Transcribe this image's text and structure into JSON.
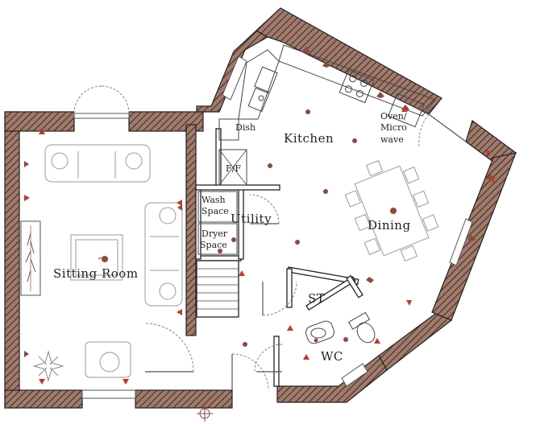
{
  "rooms": {
    "sitting_room": "Sitting Room",
    "kitchen": "Kitchen",
    "dining": "Dining",
    "utility": "Utility",
    "st": "ST",
    "wc": "WC"
  },
  "appliances": {
    "dish": "Dish",
    "ff": "F/F",
    "oven_line1": "Oven/",
    "oven_line2": "Micro",
    "oven_line3": "wave",
    "wash_line1": "Wash",
    "wash_line2": "Space",
    "dryer_line1": "Dryer",
    "dryer_line2": "Space"
  },
  "colors": {
    "wall_fill": "#a07a6a",
    "wall_hatch": "#3a2a22",
    "light_fitting": "#8b4a3c",
    "socket_marker": "#c0392b"
  }
}
